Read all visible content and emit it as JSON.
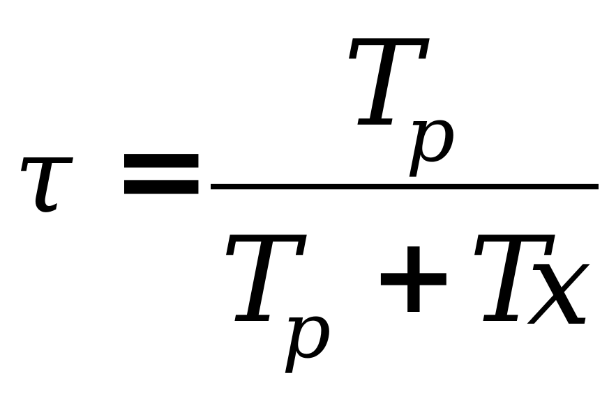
{
  "formula": {
    "lhs": "τ",
    "equals": "=",
    "numerator": {
      "base": "T",
      "subscript": "p"
    },
    "denominator": {
      "term1_base": "T",
      "term1_subscript": "p",
      "operator": "+",
      "term2_base": "T",
      "term2_var": "x"
    }
  }
}
